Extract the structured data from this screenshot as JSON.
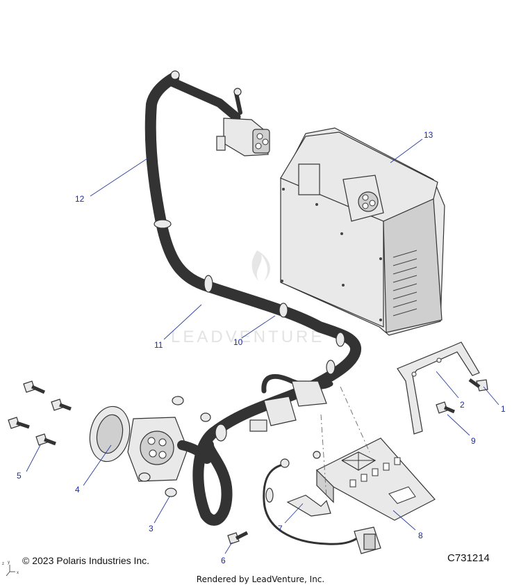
{
  "callouts": [
    {
      "id": "1",
      "label": "1"
    },
    {
      "id": "2",
      "label": "2"
    },
    {
      "id": "3",
      "label": "3"
    },
    {
      "id": "4",
      "label": "4"
    },
    {
      "id": "5",
      "label": "5"
    },
    {
      "id": "6",
      "label": "6"
    },
    {
      "id": "7",
      "label": "7"
    },
    {
      "id": "8",
      "label": "8"
    },
    {
      "id": "9",
      "label": "9"
    },
    {
      "id": "10",
      "label": "10"
    },
    {
      "id": "11",
      "label": "11"
    },
    {
      "id": "12",
      "label": "12"
    },
    {
      "id": "13",
      "label": "13"
    }
  ],
  "watermark": "LEADVENTURE",
  "copyright": "© 2023 Polaris Industries Inc.",
  "drawing_id": "C731214",
  "rendered_by": "Rendered by LeadVenture, Inc.",
  "axis": {
    "x": "x",
    "y": "y",
    "z": "z"
  },
  "colors": {
    "callout": "#1a2aa8",
    "leader": "#2c3e9c",
    "line": "#333333"
  }
}
